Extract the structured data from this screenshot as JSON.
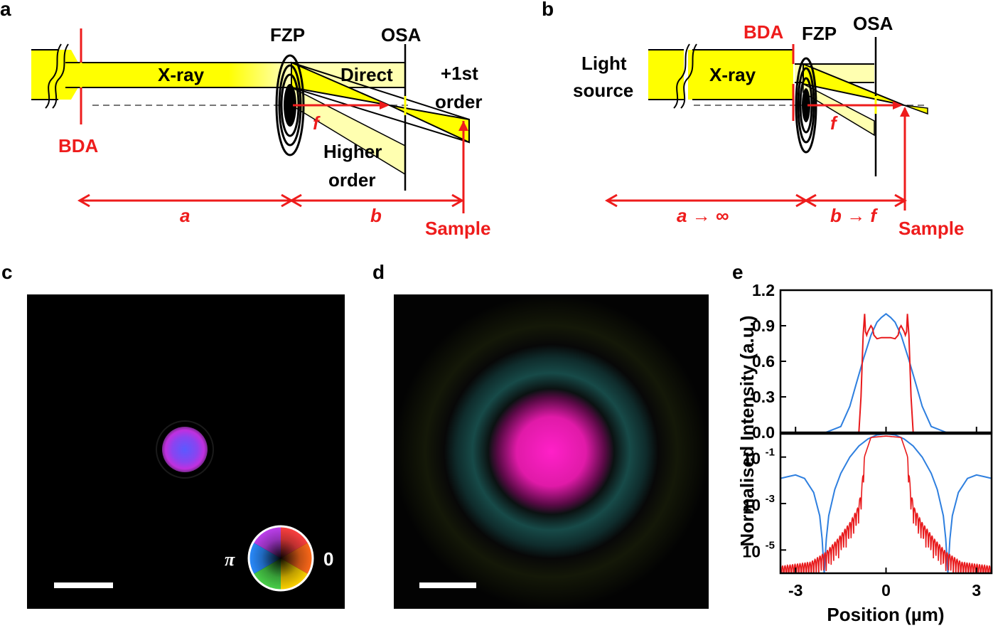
{
  "panel_labels": {
    "a": "a",
    "b": "b",
    "c": "c",
    "d": "d",
    "e": "e"
  },
  "panel_a": {
    "fzp": "FZP",
    "osa": "OSA",
    "xray": "X-ray",
    "direct": "Direct",
    "first_order_1": "+1st",
    "first_order_2": "order",
    "f": "f",
    "bda": "BDA",
    "higher_1": "Higher",
    "higher_2": "order",
    "a": "a",
    "b": "b",
    "sample": "Sample"
  },
  "panel_b": {
    "bda": "BDA",
    "fzp": "FZP",
    "osa": "OSA",
    "light_1": "Light",
    "light_2": "source",
    "xray": "X-ray",
    "f": "f",
    "a_inf": "a → ∞",
    "b_f": "b → f",
    "sample": "Sample"
  },
  "panel_c": {
    "phase_pi": "π",
    "phase_zero": "0"
  },
  "colors": {
    "beam": "#ffff00",
    "red": "#ee1c1c",
    "blue": "#2e7fdf",
    "line_red": "#e8191b"
  },
  "chart_data": {
    "type": "line",
    "xlabel": "Position (µm)",
    "ylabel": "Normalised Intensity (a.u.)",
    "xlim": [
      -3.5,
      3.5
    ],
    "x_ticks": [
      "-3",
      "0",
      "3"
    ],
    "top": {
      "scale": "linear",
      "ylim": [
        0,
        1.2
      ],
      "y_ticks": [
        "0.0",
        "0.3",
        "0.6",
        "0.9",
        "1.2"
      ],
      "series": [
        {
          "color": "#2e7fdf",
          "x": [
            -3.5,
            -2.5,
            -2.0,
            -1.5,
            -1.2,
            -1.0,
            -0.75,
            -0.5,
            -0.3,
            -0.15,
            0.0,
            0.15,
            0.3,
            0.5,
            0.75,
            1.0,
            1.2,
            1.5,
            2.0,
            2.5,
            3.5
          ],
          "y": [
            0.0,
            0.0,
            0.0,
            0.05,
            0.22,
            0.4,
            0.62,
            0.82,
            0.93,
            0.97,
            1.0,
            0.97,
            0.93,
            0.82,
            0.62,
            0.4,
            0.22,
            0.05,
            0.0,
            0.0,
            0.0
          ]
        },
        {
          "color": "#e8191b",
          "x": [
            -3.5,
            -0.9,
            -0.83,
            -0.76,
            -0.71,
            -0.68,
            -0.64,
            -0.6,
            -0.5,
            -0.45,
            -0.4,
            -0.3,
            -0.15,
            0.0,
            0.15,
            0.3,
            0.4,
            0.45,
            0.5,
            0.6,
            0.64,
            0.68,
            0.71,
            0.76,
            0.83,
            0.9,
            3.5
          ],
          "y": [
            0.0,
            0.0,
            0.3,
            0.82,
            1.0,
            0.85,
            0.82,
            0.85,
            0.9,
            0.88,
            0.82,
            0.79,
            0.8,
            0.8,
            0.8,
            0.79,
            0.82,
            0.88,
            0.9,
            0.85,
            0.82,
            0.85,
            1.0,
            0.82,
            0.3,
            0.0,
            0.0
          ]
        }
      ]
    },
    "bottom": {
      "scale": "log",
      "ylim": [
        1e-06,
        1
      ],
      "y_ticks": [
        {
          "base": "10",
          "exp": "-1",
          "value": 0.1
        },
        {
          "base": "10",
          "exp": "-3",
          "value": 0.001
        },
        {
          "base": "10",
          "exp": "-5",
          "value": 1e-05
        }
      ],
      "series": [
        {
          "color": "#2e7fdf",
          "x": [
            -3.5,
            -3.3,
            -3.0,
            -2.7,
            -2.4,
            -2.2,
            -2.12,
            -2.05,
            -1.98,
            -1.9,
            -1.7,
            -1.5,
            -1.2,
            -0.9,
            -0.6,
            -0.3,
            0.0,
            0.3,
            0.6,
            0.9,
            1.2,
            1.5,
            1.7,
            1.9,
            1.98,
            2.05,
            2.12,
            2.2,
            2.4,
            2.7,
            3.0,
            3.3,
            3.5
          ],
          "y": [
            0.012,
            0.014,
            0.017,
            0.012,
            0.003,
            0.0003,
            3e-05,
            1e-06,
            3e-05,
            0.0003,
            0.004,
            0.02,
            0.1,
            0.3,
            0.6,
            0.9,
            1.0,
            0.9,
            0.6,
            0.3,
            0.1,
            0.02,
            0.004,
            0.0003,
            3e-05,
            1e-06,
            3e-05,
            0.0003,
            0.003,
            0.012,
            0.017,
            0.014,
            0.012
          ]
        },
        {
          "color": "#e8191b",
          "envelope": {
            "x": [
              -3.5,
              -2.5,
              -2.0,
              -1.6,
              -1.2,
              -0.95,
              -0.82,
              -0.72,
              -0.5,
              0.0,
              0.5,
              0.72,
              0.82,
              0.95,
              1.2,
              1.6,
              2.0,
              2.5,
              3.5
            ],
            "y": [
              2e-06,
              3e-06,
              8e-06,
              3e-05,
              0.00015,
              0.0006,
              0.003,
              0.1,
              0.7,
              0.8,
              0.7,
              0.1,
              0.003,
              0.0006,
              0.00015,
              3e-05,
              8e-06,
              3e-06,
              2e-06
            ]
          }
        }
      ]
    }
  }
}
